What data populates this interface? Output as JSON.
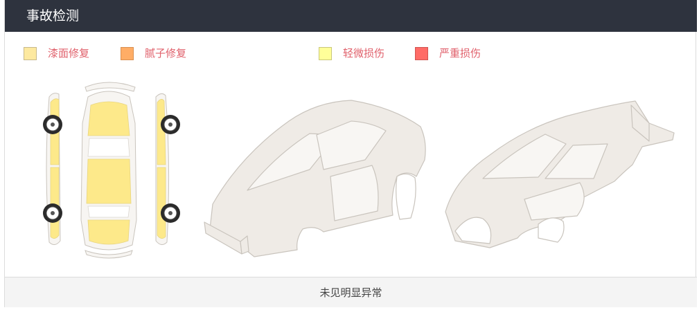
{
  "header": {
    "title": "事故检测"
  },
  "legend": [
    {
      "label": "漆面修复",
      "color": "#fde9a0"
    },
    {
      "label": "腻子修复",
      "color": "#ffad66"
    },
    {
      "label": "轻微损伤",
      "color": "#ffff99"
    },
    {
      "label": "严重损伤",
      "color": "#ff6b66"
    }
  ],
  "colors": {
    "paint_fill": "#fde98a",
    "frame_fill": "#efebe6",
    "frame_stroke": "#c9c4bd",
    "header_bg": "#2e333e"
  },
  "footer": {
    "status": "未见明显异常"
  }
}
